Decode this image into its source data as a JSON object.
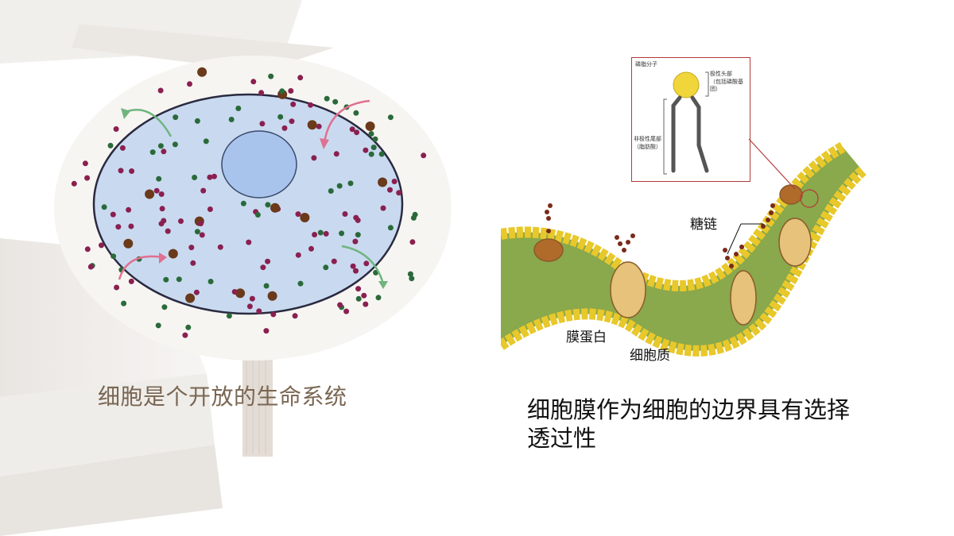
{
  "left_caption": "细胞是个开放的生命系统",
  "right_caption": "细胞膜作为细胞的边界具有选择透过性",
  "diagram_labels": {
    "sugar_chain": "糖链",
    "membrane_protein": "膜蛋白",
    "cytoplasm": "细胞质"
  },
  "inset": {
    "title": "磷脂分子",
    "polar_head": "极性头部",
    "polar_head_note": "（包括磷酸基团）",
    "nonpolar_tail": "非极性尾部",
    "nonpolar_tail_note": "（脂肪酸）"
  },
  "colors": {
    "caption_left": "#7a6652",
    "cell_fill": "#c9daf0",
    "nucleus_fill": "#a9c4ec",
    "lipid_head": "#f0d63a",
    "inset_border": "#b23a3a"
  }
}
